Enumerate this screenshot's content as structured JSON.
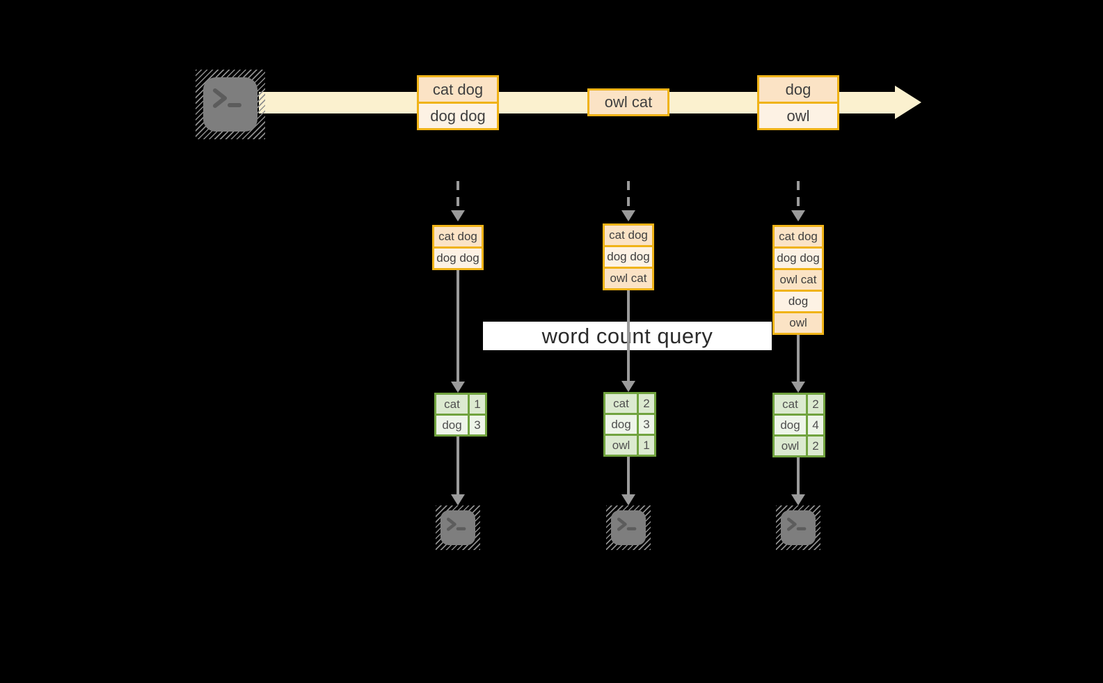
{
  "diagram": {
    "title": "word count query",
    "source_icon": "terminal-prompt-icon",
    "sink_icon": "terminal-prompt-icon",
    "batches": [
      [
        "cat dog",
        "dog dog"
      ],
      [
        "owl cat"
      ],
      [
        "dog",
        "owl"
      ]
    ],
    "stacks": [
      [
        "cat dog",
        "dog dog"
      ],
      [
        "cat dog",
        "dog dog",
        "owl cat"
      ],
      [
        "cat dog",
        "dog dog",
        "owl cat",
        "dog",
        "owl"
      ]
    ],
    "tables": [
      [
        {
          "word": "cat",
          "count": 1
        },
        {
          "word": "dog",
          "count": 3
        }
      ],
      [
        {
          "word": "cat",
          "count": 2
        },
        {
          "word": "dog",
          "count": 3
        },
        {
          "word": "owl",
          "count": 1
        }
      ],
      [
        {
          "word": "cat",
          "count": 2
        },
        {
          "word": "dog",
          "count": 4
        },
        {
          "word": "owl",
          "count": 2
        }
      ]
    ],
    "colors": {
      "background": "#000000",
      "stream_arrow": "#fbf1cf",
      "batch_border": "#f0b317",
      "batch_row_peach": "#fbe3c5",
      "batch_row_cream": "#fdf2e4",
      "table_border": "#71a33f",
      "table_row_green": "#dcead0",
      "table_row_light": "#eef5e9",
      "arrow_gray": "#9b9b9b",
      "query_band": "#ffffff"
    }
  }
}
